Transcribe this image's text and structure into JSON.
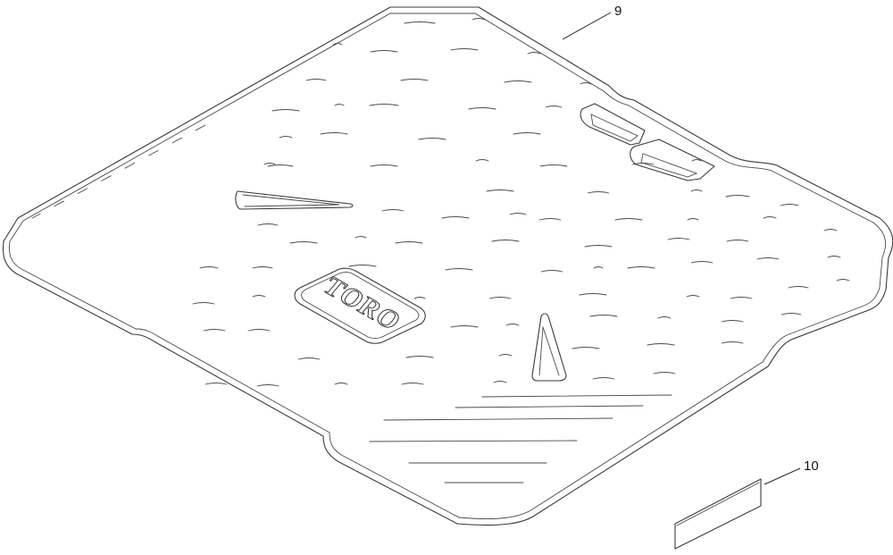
{
  "callouts": {
    "floor_mat": "9",
    "decal": "10"
  },
  "logo": {
    "brand_text": "TORO"
  },
  "colors": {
    "line": "#3a3a3a",
    "background": "#ffffff"
  }
}
